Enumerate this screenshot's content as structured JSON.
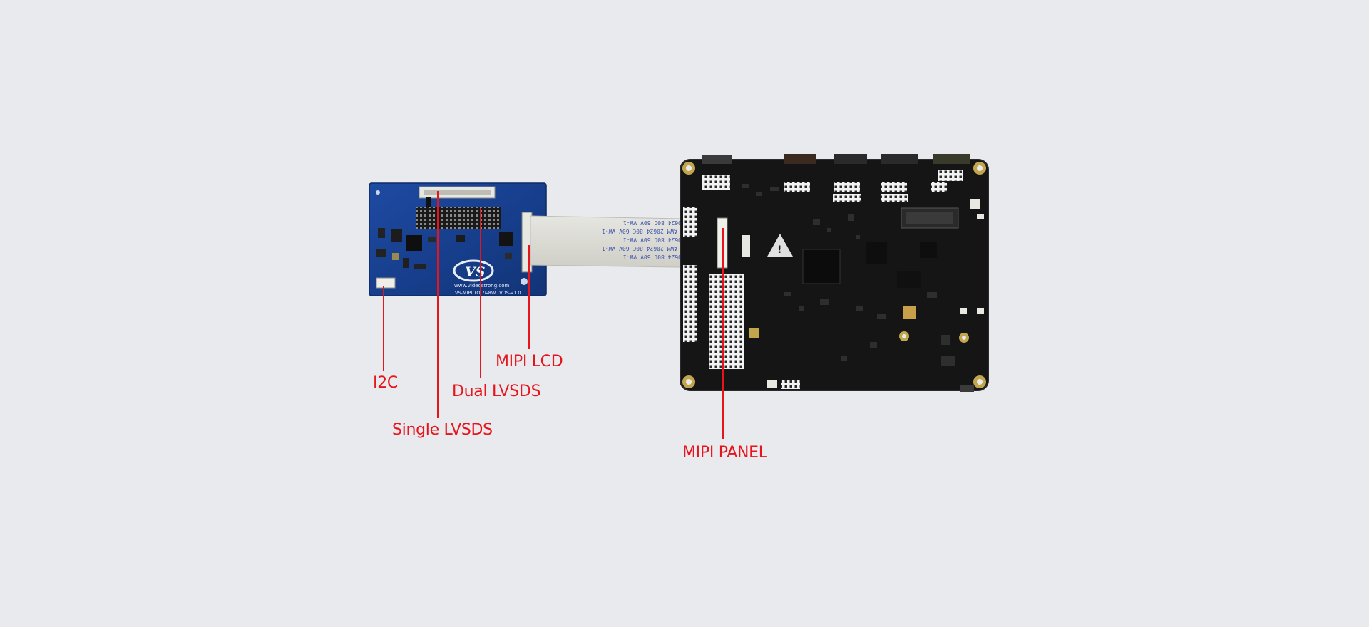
{
  "diagram": {
    "adapter_board": {
      "logo_text": "VS",
      "website_text": "www.videostrong.com",
      "model_text": "VS-MIPI TO 7&8W LVDS-V1.0"
    },
    "ribbon_cable": {
      "print_text": "AWM 20624 80C 60V VW-1"
    },
    "labels": {
      "i2c": "I2C",
      "single_lvds": "Single LVSDS",
      "dual_lvds": "Dual LVSDS",
      "mipi_lcd": "MIPI LCD",
      "mipi_panel": "MIPI PANEL"
    },
    "colors": {
      "label": "#e8141b",
      "adapter_pcb": "#1a3f8f",
      "main_pcb": "#141414",
      "ribbon": "#dcdcd6",
      "background": "#e9eaee"
    }
  }
}
